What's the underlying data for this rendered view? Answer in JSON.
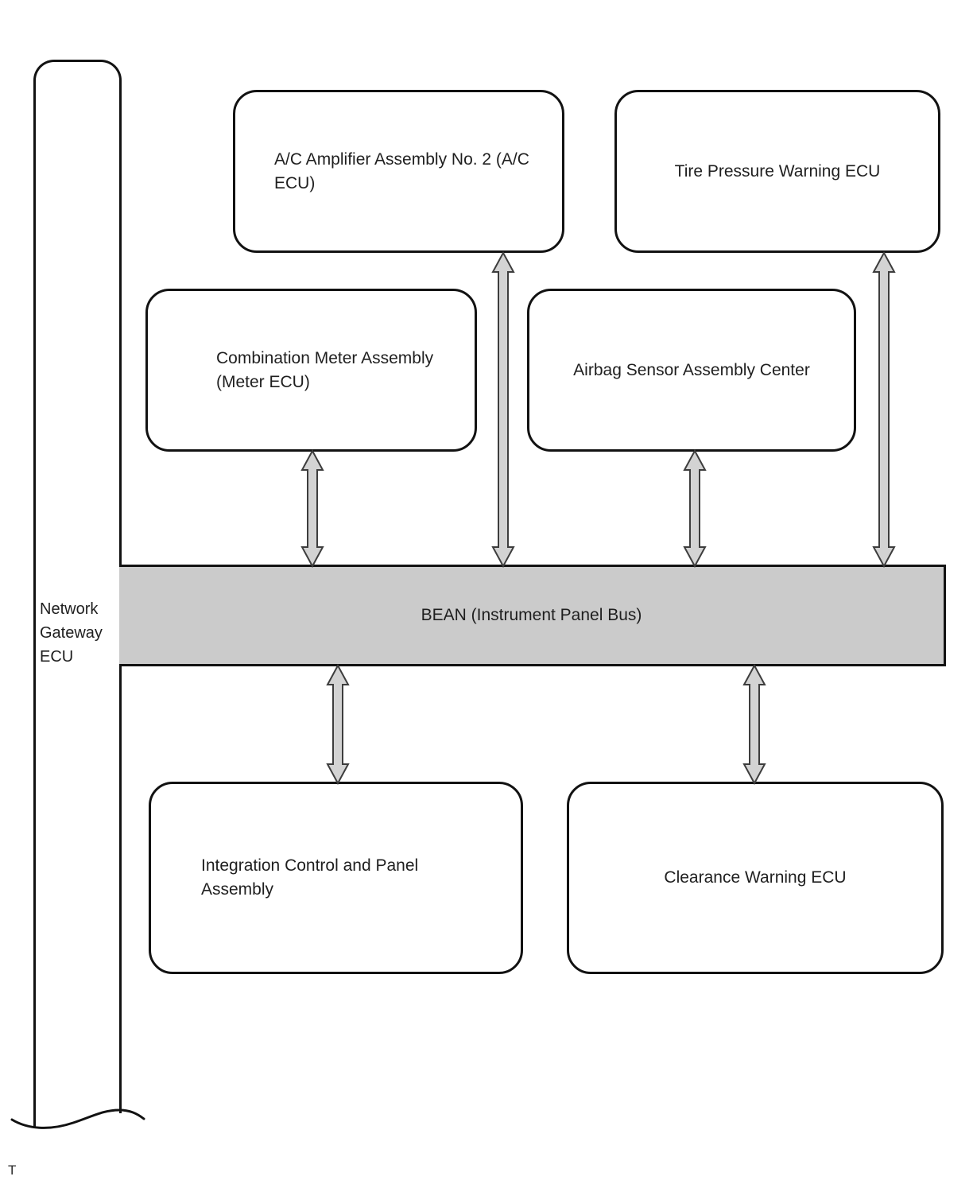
{
  "diagram": {
    "gateway": {
      "id": "network-gateway-ecu",
      "label": "Network\nGateway\nECU"
    },
    "bus": {
      "id": "bean-bus",
      "label": "BEAN (Instrument Panel Bus)"
    },
    "nodes": [
      {
        "id": "ac-amplifier-ecu",
        "label": "A/C Amplifier Assembly No. 2 (A/C\nECU)"
      },
      {
        "id": "tire-pressure-warning-ecu",
        "label": "Tire Pressure Warning ECU"
      },
      {
        "id": "combination-meter-ecu",
        "label": "Combination Meter Assembly\n(Meter ECU)"
      },
      {
        "id": "airbag-sensor-assembly-center",
        "label": "Airbag Sensor Assembly Center"
      },
      {
        "id": "integration-control-panel",
        "label": "Integration Control and Panel\nAssembly"
      },
      {
        "id": "clearance-warning-ecu",
        "label": "Clearance Warning ECU"
      }
    ],
    "connectors": [
      {
        "from": "ac-amplifier-ecu",
        "to": "bean-bus",
        "type": "double-arrow"
      },
      {
        "from": "tire-pressure-warning-ecu",
        "to": "bean-bus",
        "type": "double-arrow"
      },
      {
        "from": "combination-meter-ecu",
        "to": "bean-bus",
        "type": "double-arrow"
      },
      {
        "from": "airbag-sensor-assembly-center",
        "to": "bean-bus",
        "type": "double-arrow"
      },
      {
        "from": "integration-control-panel",
        "to": "bean-bus",
        "type": "double-arrow"
      },
      {
        "from": "clearance-warning-ecu",
        "to": "bean-bus",
        "type": "double-arrow"
      }
    ],
    "colors": {
      "box_border": "#121212",
      "bus_fill": "#cbcbcb",
      "arrow_fill": "#d3d3d3",
      "arrow_stroke": "#3d3d3d",
      "text": "#1f1f1f"
    },
    "footnote": "T"
  }
}
